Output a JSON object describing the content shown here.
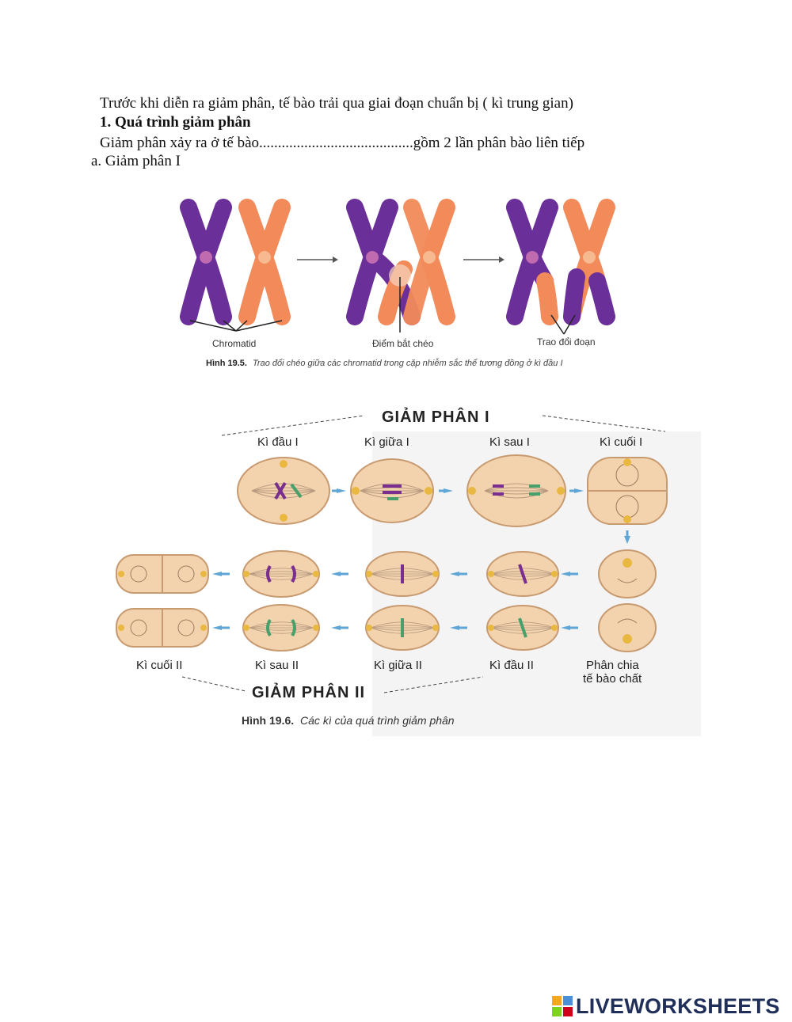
{
  "text": {
    "line1": "Trước khi diễn ra giảm phân, tế bào trải qua giai đoạn chuẩn bị ( kì trung gian)",
    "heading": "1. Quá trình giảm phân",
    "line3": "Giảm phân xảy ra ở tế bào.........................................gồm 2 lần phân bào liên tiếp",
    "line4": "a. Giảm phân I"
  },
  "figure1": {
    "label_chromatid": "Chromatid",
    "label_crossover": "Điểm bắt chéo",
    "label_exchange": "Trao đổi đoạn",
    "caption_bold": "Hình 19.5.",
    "caption_italic": "Trao đổi chéo giữa các chromatid trong cặp nhiễm sắc thể tương đồng ở kì đầu I"
  },
  "figure2": {
    "title_top": "GIẢM PHÂN I",
    "title_bottom": "GIẢM PHÂN II",
    "stages_top": [
      "Kì đầu I",
      "Kì giữa I",
      "Kì sau I",
      "Kì cuối I"
    ],
    "stages_bottom": [
      "Kì cuối II",
      "Kì sau II",
      "Kì giữa II",
      "Kì đầu II"
    ],
    "stage_cytokinesis_1": "Phân chia",
    "stage_cytokinesis_2": "tế bào chất",
    "caption_bold": "Hình 19.6.",
    "caption_italic": "Các kì của quá trình giảm phân"
  },
  "brand": {
    "name": "LIVEWORKSHEETS"
  },
  "colors": {
    "purple": "#6a2f98",
    "orange": "#f28a5a",
    "cell": "#f3d3ad",
    "arrow": "#5fa6d6"
  }
}
